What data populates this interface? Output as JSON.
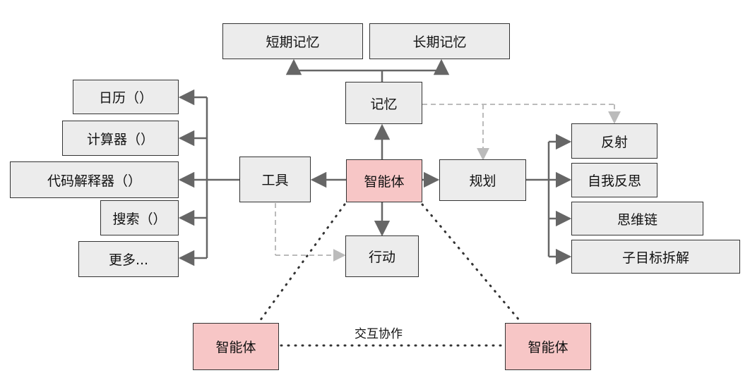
{
  "nodes": {
    "short_term_memory": "短期记忆",
    "long_term_memory": "长期记忆",
    "memory": "记忆",
    "calendar": "日历（）",
    "calculator": "计算器（）",
    "code_interpreter": "代码解释器（）",
    "search": "搜索（）",
    "more": "更多...",
    "tools": "工具",
    "agent_center": "智能体",
    "planning": "规划",
    "action": "行动",
    "reflection": "反射",
    "self_critics": "自我反思",
    "chain_of_thought": "思维链",
    "subgoal_decomposition": "子目标拆解",
    "agent_left": "智能体",
    "agent_right": "智能体"
  },
  "edge_labels": {
    "collaboration": "交互协作"
  },
  "colors": {
    "agent_fill": "#f7c6c6",
    "node_fill": "#ececec",
    "solid_line": "#666666",
    "dashed_line": "#bbbbbb",
    "dotted_line": "#333333"
  }
}
